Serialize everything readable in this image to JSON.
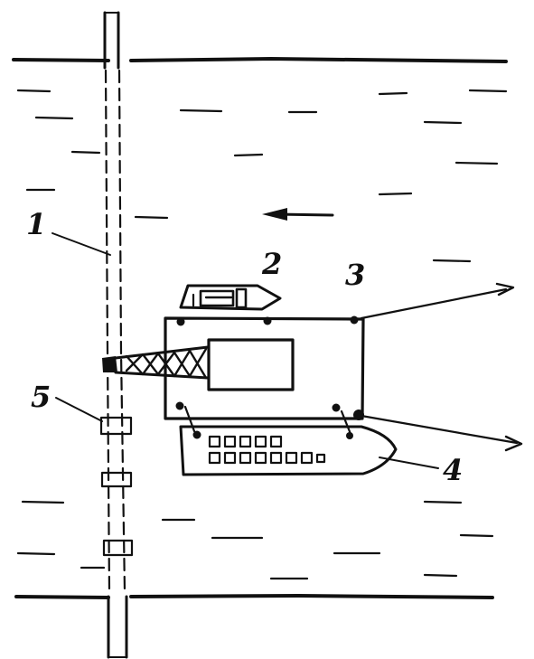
{
  "diagram": {
    "labels": {
      "pipeline": "1",
      "tug_boat": "2",
      "pontoon": "3",
      "barge": "4",
      "joint": "5"
    },
    "colors": {
      "ink": "#111111",
      "paper": "#ffffff"
    }
  }
}
